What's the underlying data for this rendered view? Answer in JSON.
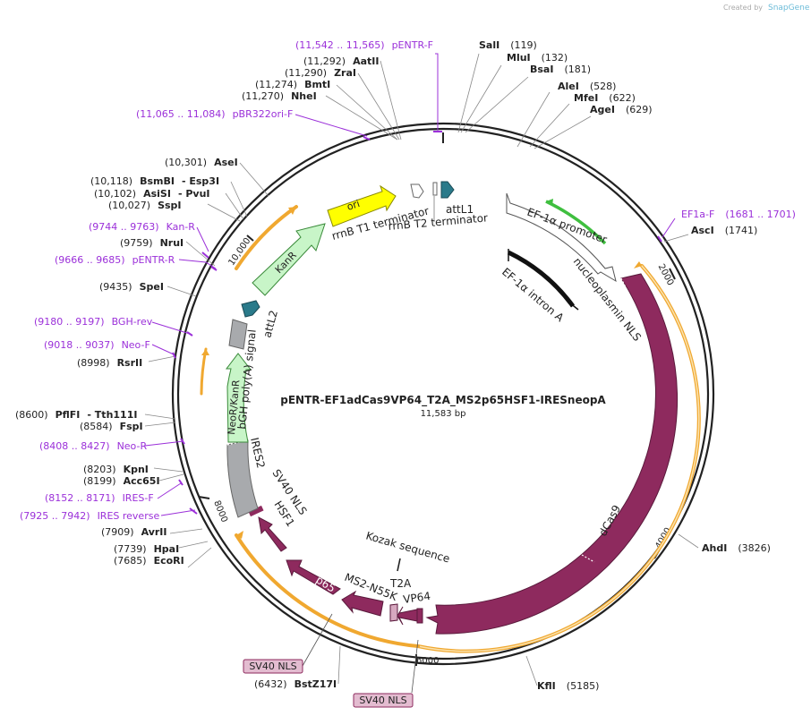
{
  "credit": "Created by",
  "brand": "SnapGene",
  "plasmid": {
    "name": "pENTR-EF1adCas9VP64_T2A_MS2p65HSF1-IRESneopA",
    "size": "11,583 bp"
  },
  "ticks": [
    "2000",
    "4000",
    "6000",
    "8000",
    "10,000"
  ],
  "sites": [
    {
      "name": "SalI",
      "pos": "(119)"
    },
    {
      "name": "MluI",
      "pos": "(132)"
    },
    {
      "name": "BsaI",
      "pos": "(181)"
    },
    {
      "name": "AleI",
      "pos": "(528)"
    },
    {
      "name": "MfeI",
      "pos": "(622)"
    },
    {
      "name": "AgeI",
      "pos": "(629)"
    },
    {
      "name": "AscI",
      "pos": "(1741)"
    },
    {
      "name": "AhdI",
      "pos": "(3826)"
    },
    {
      "name": "KflI",
      "pos": "(5185)"
    },
    {
      "name": "BstZ17I",
      "pos": "(6432)"
    },
    {
      "name": "EcoRI",
      "pos": "(7685)"
    },
    {
      "name": "HpaI",
      "pos": "(7739)"
    },
    {
      "name": "AvrII",
      "pos": "(7909)"
    },
    {
      "name": "Acc65I",
      "pos": "(8199)"
    },
    {
      "name": "KpnI",
      "pos": "(8203)"
    },
    {
      "name": "FspI",
      "pos": "(8584)"
    },
    {
      "name": "PflFI",
      "pos": "(8600)",
      "name2": "- Tth111I"
    },
    {
      "name": "RsrII",
      "pos": "(8998)"
    },
    {
      "name": "SpeI",
      "pos": "(9435)"
    },
    {
      "name": "NruI",
      "pos": "(9759)"
    },
    {
      "name": "SspI",
      "pos": "(10,027)"
    },
    {
      "name": "AsiSI",
      "pos": "(10,102)",
      "name2": "- PvuI"
    },
    {
      "name": "BsmBI",
      "pos": "(10,118)",
      "name2": "- Esp3I"
    },
    {
      "name": "AseI",
      "pos": "(10,301)"
    },
    {
      "name": "NheI",
      "pos": "(11,270)"
    },
    {
      "name": "BmtI",
      "pos": "(11,274)"
    },
    {
      "name": "ZraI",
      "pos": "(11,290)"
    },
    {
      "name": "AatII",
      "pos": "(11,292)"
    }
  ],
  "primers": [
    {
      "name": "pENTR-F",
      "pos": "(11,542 .. 11,565)"
    },
    {
      "name": "pBR322ori-F",
      "pos": "(11,065 .. 11,084)"
    },
    {
      "name": "EF1a-F",
      "pos": "(1681 .. 1701)"
    },
    {
      "name": "Kan-R",
      "pos": "(9744 .. 9763)"
    },
    {
      "name": "pENTR-R",
      "pos": "(9666 .. 9685)"
    },
    {
      "name": "BGH-rev",
      "pos": "(9180 .. 9197)"
    },
    {
      "name": "Neo-F",
      "pos": "(9018 .. 9037)"
    },
    {
      "name": "Neo-R",
      "pos": "(8408 .. 8427)"
    },
    {
      "name": "IRES-F",
      "pos": "(8152 .. 8171)"
    },
    {
      "name": "IRES reverse",
      "pos": "(7925 .. 7942)"
    }
  ],
  "features": {
    "ori": "ori",
    "kanr": "KanR",
    "neor": "NeoR/KanR",
    "p65": "p65",
    "rrnb_t1": "rrnB T1 terminator",
    "rrnb_t2": "rrnB T2 terminator",
    "attl1": "attL1",
    "attl2": "attL2",
    "ef1a_promoter": "EF-1α promoter",
    "ef1a_intron": "EF-1α intron A",
    "nucleoplasmin_nls": "nucleoplasmin NLS",
    "dcas9": "dCas9",
    "kozak": "Kozak sequence",
    "t2a": "T2A",
    "vp64": "VP64",
    "ms2": "MS2-N55K",
    "hsf1": "HSF1",
    "sv40_nls_label": "SV40 NLS",
    "ires2": "IRES2",
    "bgh": "bGH poly(A) signal",
    "sv40_box1": "SV40 NLS",
    "sv40_box2": "SV40 NLS"
  },
  "colors": {
    "cds": "#8e2a5e",
    "ori": "#ffff00",
    "kanr": "#c8f5c8",
    "ires": "#a8aaad",
    "orange_arc": "#f0a830",
    "green_arc": "#3fbf3f",
    "primer": "#9b30d9",
    "teal": "#2a7a8a",
    "nls_box": "#e3bcd0"
  }
}
